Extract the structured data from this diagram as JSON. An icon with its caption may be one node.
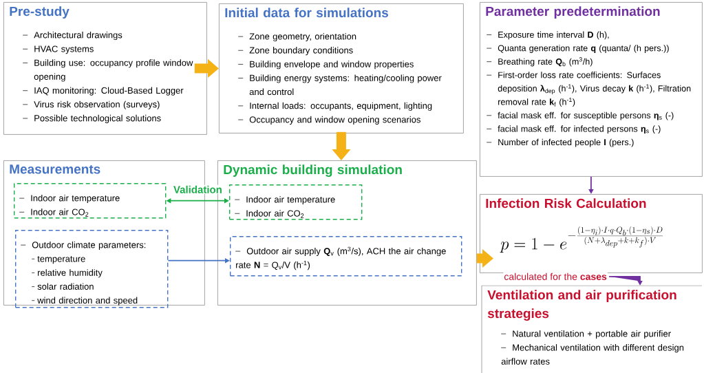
{
  "diagram": {
    "nodes": [
      {
        "text": [
          "Pre-study",
          "Architectural drawings",
          "HVAC systems",
          "Building use: occupancy profile window opening",
          "IAQ monitoring: Cloud-Based Logger",
          "Virus risk observation (surveys)",
          "Possible technological solutions"
        ]
      },
      {
        "text": [
          "Initial data for simulations",
          "Zone geometry, orientation",
          "Zone boundary conditions",
          "Building envelope and window properties",
          "Building energy systems: heating/cooling power and control",
          "Internal loads: occupants, equipment, lighting",
          "Occupancy and window opening scenarios"
        ]
      },
      {
        "text": [
          "Parameter predetermination",
          "Exposure time interval **D** (h),",
          "Quanta generation rate **q** (quanta/ (h pers.))",
          "Breathing rate **Q**$_{b}$ (m$^{3}$/h)",
          "First-order loss rate coefficients: Surfaces deposition **λ**$_{dep}$ (h$^{-1}$), Virus decay **k** (h$^{-1}$), Filtration removal rate **k**$_{f}$ (h$^{-1}$)",
          "facial mask eff. for susceptible persons **η**$_{s}$ (-)",
          "facial mask eff. for infected persons **η**$_{s}$ (-)",
          "Number of infected people **I** (pers.)"
        ]
      },
      {
        "text": [
          "Measurements"
        ]
      },
      {
        "text": [
          "Indoor air temperature",
          "Indoor air CO$_{2}$"
        ],
        "in": 3
      },
      {
        "text": [
          "Outdoor climate parameters:",
          "temperature",
          "relative humidity",
          "solar radiation",
          "wind direction and speed"
        ],
        "in": 3
      },
      {
        "text": [
          "Dynamic building simulation"
        ]
      },
      {
        "text": [
          "Indoor air temperature",
          "Indoor air CO$_{2}$"
        ],
        "in": 6
      },
      {
        "text": [
          "Outdoor air supply **Q**$_{v}$ (m$^{3}$/s), ACH the air change rate **N** = Q$_{v}$/V (h$^{-1}$)"
        ],
        "in": 6
      },
      {
        "text": [
          "Infection Risk Calculation",
          "p = 1 - e^{-\\frac{(1-\\eta_i)\\cdot I\\cdot q\\cdot Q_b\\cdot(1-\\eta_s)\\cdot D}{(N+\\lambda_{dep}+k+k_f)\\cdot V}}"
        ]
      },
      {
        "text": [
          "Ventilation and air purification strategies",
          "Natural ventilation + portable air purifier",
          "Mechanical ventilation with different design airflow rates"
        ]
      }
    ],
    "edges": [
      {
        "from": 0,
        "to": 1,
        "arrow": "to",
        "style": "thick",
        "color": "#f5b216"
      },
      {
        "from": 1,
        "to": 6,
        "arrow": "to",
        "style": "thick",
        "color": "#f5b216"
      },
      {
        "from": 2,
        "to": 9,
        "arrow": "to",
        "color": "#7030a0"
      },
      {
        "from": 4,
        "to": 7,
        "arrow": "both",
        "label": "Validation",
        "color": "#1aae4a"
      },
      {
        "from": 5,
        "to": 8,
        "arrow": "to",
        "color": "#4472c4"
      },
      {
        "from": 6,
        "to": 9,
        "arrow": "to",
        "style": "thick",
        "color": "#f5b216"
      },
      {
        "from": 9,
        "to": 10,
        "arrow": "to",
        "label": "calculated for the **cases**",
        "color": "#7030a0"
      }
    ]
  }
}
